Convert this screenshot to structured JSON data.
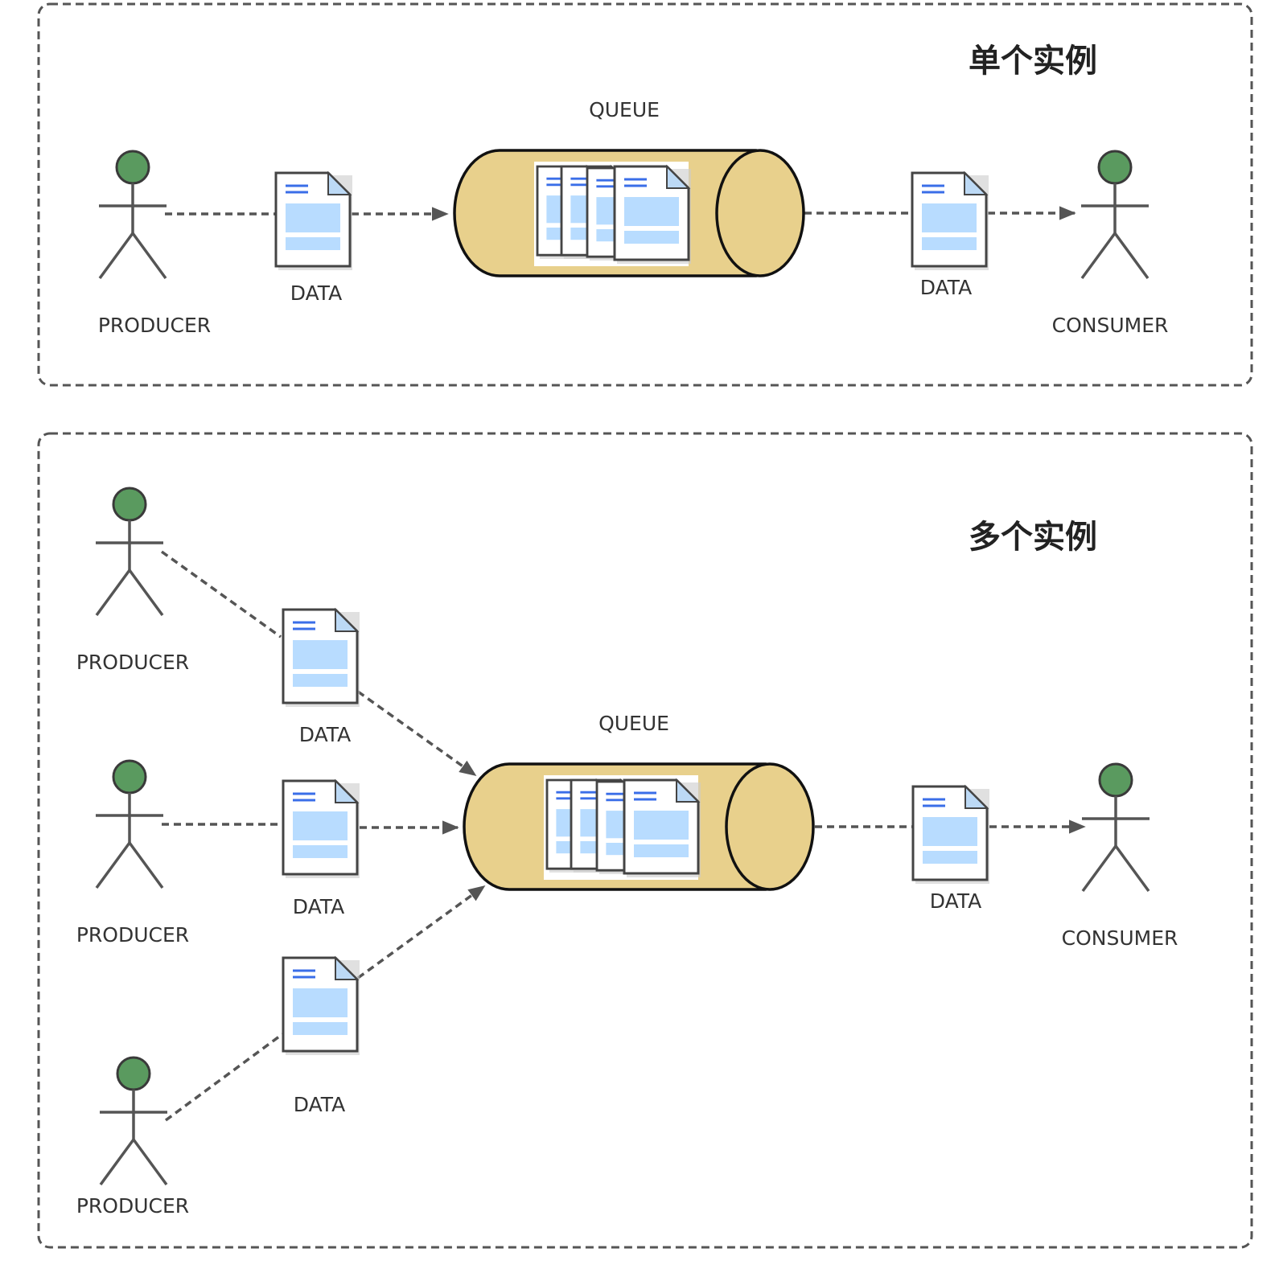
{
  "colors": {
    "frame": "#555555",
    "connector": "#555555",
    "actor_head": "#5a9a5f",
    "queue_fill": "#e8d08c",
    "doc_blue": "#b8dcff",
    "doc_line": "#3a6ee8",
    "doc_fold": "#bcd9f5"
  },
  "icons": {
    "actor": "stick-figure-icon",
    "data": "document-icon",
    "queue": "cylinder-icon"
  },
  "single": {
    "title": "单个实例",
    "queue_label": "QUEUE",
    "producer_label": "PRODUCER",
    "data_in_label": "DATA",
    "data_out_label": "DATA",
    "consumer_label": "CONSUMER"
  },
  "multi": {
    "title": "多个实例",
    "queue_label": "QUEUE",
    "producers": [
      {
        "label": "PRODUCER",
        "data_label": "DATA"
      },
      {
        "label": "PRODUCER",
        "data_label": "DATA"
      },
      {
        "label": "PRODUCER",
        "data_label": "DATA"
      }
    ],
    "data_out_label": "DATA",
    "consumer_label": "CONSUMER"
  }
}
